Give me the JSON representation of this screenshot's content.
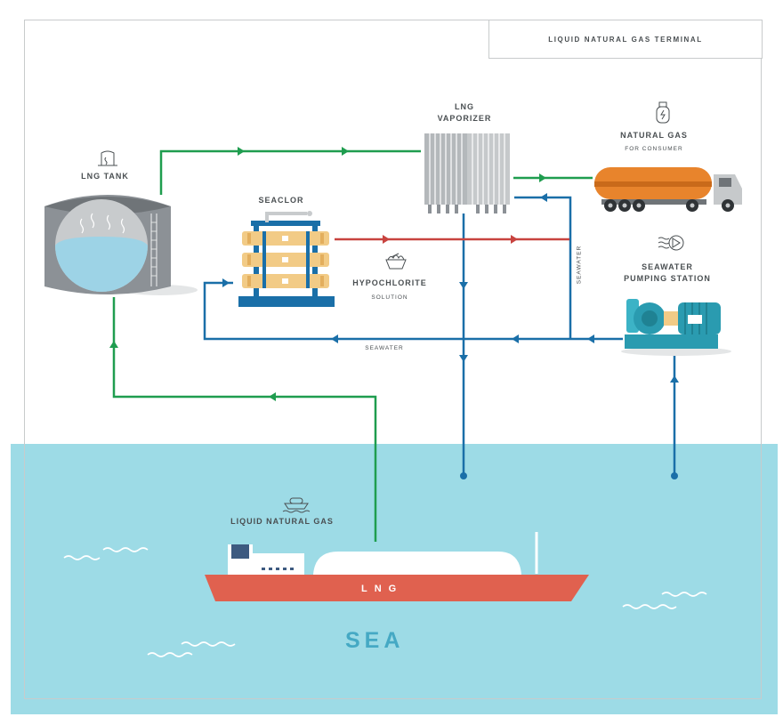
{
  "title": "LIQUID NATURAL GAS TERMINAL",
  "nodes": {
    "lng_tank": "LNG TANK",
    "seaclor": "SEACLOR",
    "hypochlorite": {
      "title": "HYPOCHLORITE",
      "subtitle": "SOLUTION"
    },
    "vaporizer": {
      "line1": "LNG",
      "line2": "VAPORIZER"
    },
    "natural_gas": {
      "title": "NATURAL GAS",
      "subtitle": "FOR CONSUMER"
    },
    "pumping_station": {
      "line1": "SEAWATER",
      "line2": "PUMPING STATION"
    },
    "liquid_natural_gas": "LIQUID NATURAL GAS",
    "ship_hull_text": "LNG"
  },
  "flow_labels": {
    "seawater_horizontal": "SEAWATER",
    "seawater_vertical": "SEAWATER"
  },
  "sea_label": "SEA",
  "colors": {
    "lng_line": "#1f9d4f",
    "seawater_line": "#1a6fa8",
    "hypochlorite_line": "#c8433f",
    "sea": "#9ddbe6",
    "sea_text": "#45a9c4",
    "tank": "#8c9196",
    "tank_liquid": "#9dd3e6",
    "seaclor_body": "#f2cb86",
    "seaclor_base": "#1a6fa8",
    "pump": "#2a9bb0",
    "truck_tank": "#e8842c",
    "ship_hull": "#e0614f"
  },
  "icons": [
    "tank-icon",
    "gas-cylinder-icon",
    "bowl-icon",
    "pump-icon",
    "ship-icon"
  ]
}
